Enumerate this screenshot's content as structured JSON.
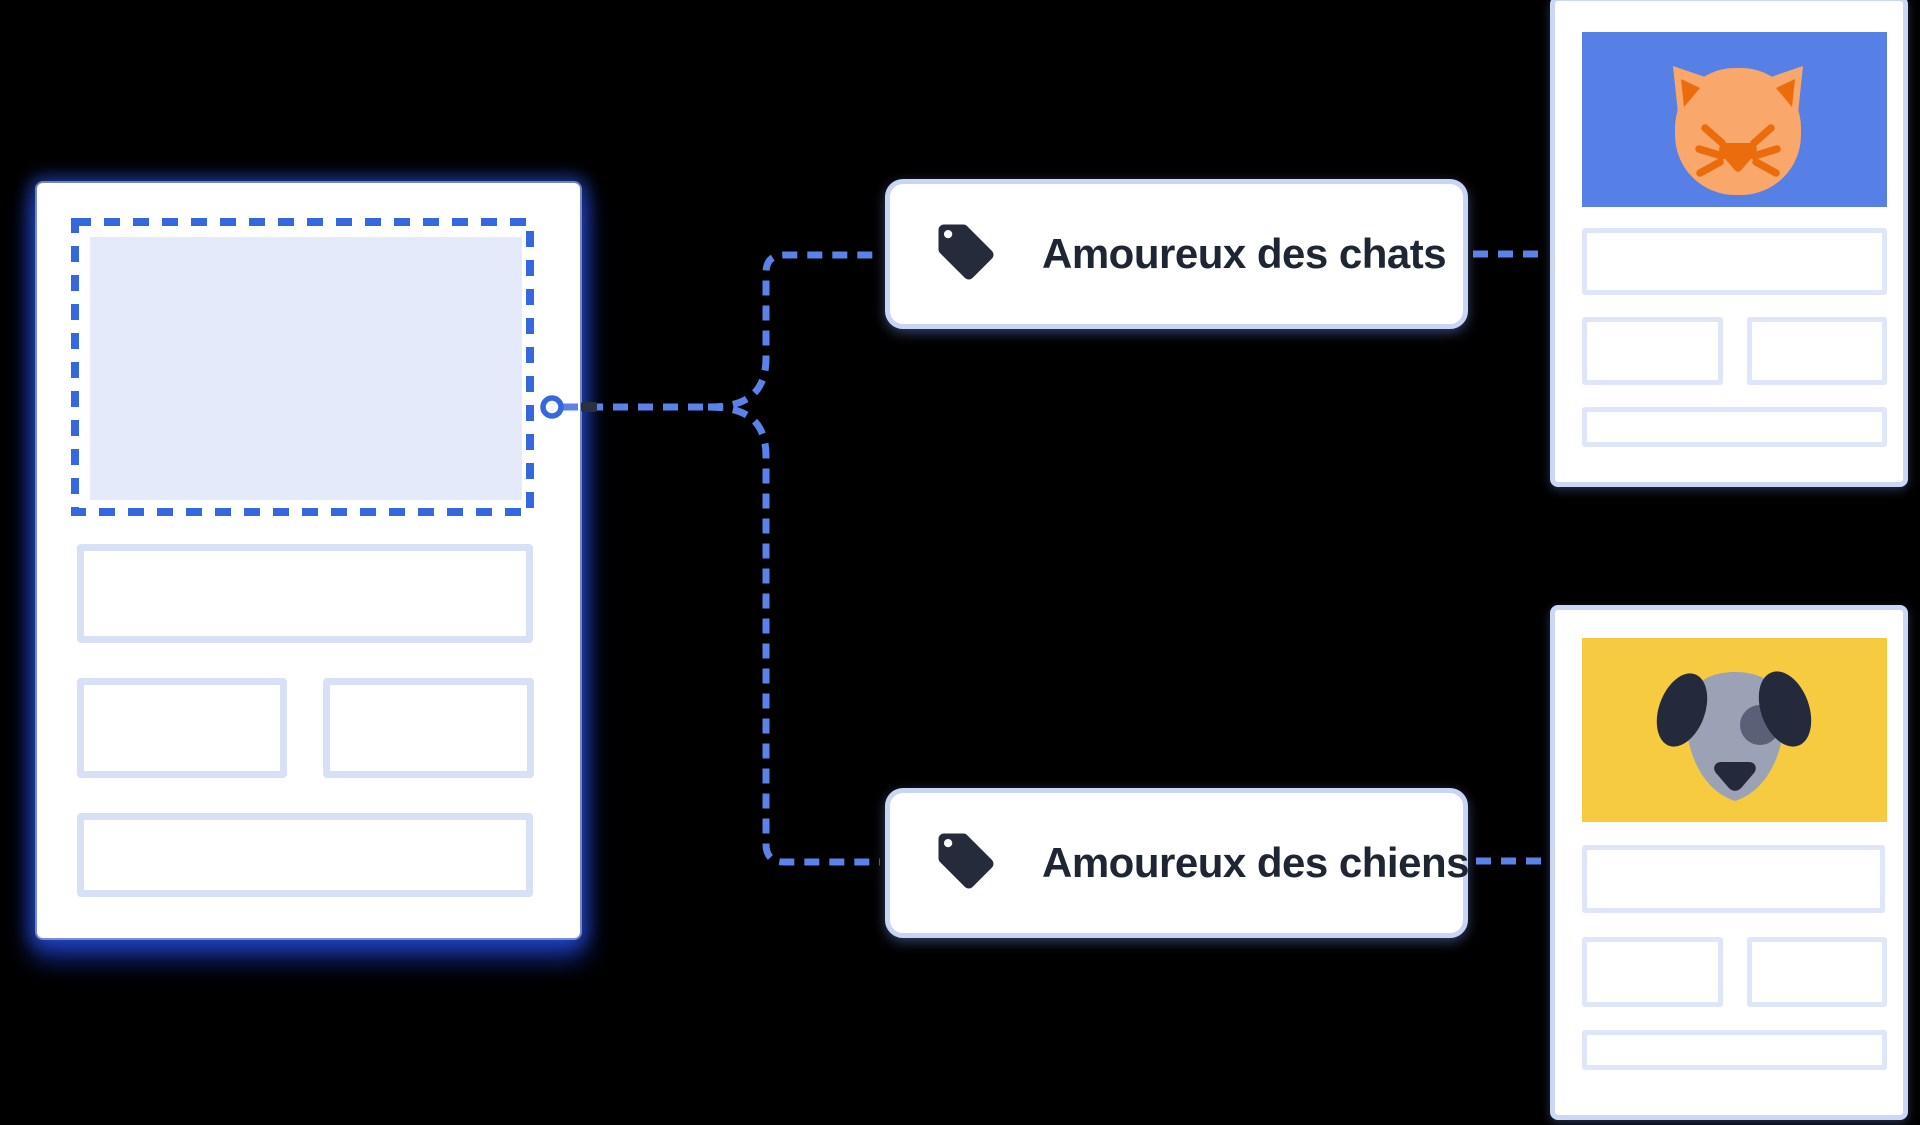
{
  "tags": [
    {
      "label": "Amoureux des chats",
      "icon": "tag-icon"
    },
    {
      "label": "Amoureux des chiens",
      "icon": "tag-icon"
    }
  ],
  "editor": {
    "selected_block": "hero-image-placeholder",
    "handle_icon": "drag-handle"
  },
  "previews": [
    {
      "name": "cat-version",
      "illustration": "cat-icon",
      "hero_color": "#5680E6"
    },
    {
      "name": "dog-version",
      "illustration": "dog-icon",
      "hero_color": "#F7CB3F"
    }
  ],
  "colors": {
    "page_bg": "#000000",
    "card_bg": "#FFFFFF",
    "accent_blue": "#3568DE",
    "connector_blue": "#5B82E8",
    "glow_blue": "#2B52D4",
    "lavender": "#E4EAF9",
    "panel_box_border": "#D8E0F5",
    "preview_box_border": "#DFE6F9",
    "preview_card_border": "#CBD7F3",
    "tag_border": "#C8D5F5",
    "tag_icon_color": "#252B3B",
    "tag_text_color": "#1F2633",
    "cat_hero": "#5680E6",
    "cat_orange": "#F9A76B",
    "cat_orange_dark": "#EB6C0D",
    "dog_hero": "#F7CB3F",
    "dog_gray": "#9BA2B6",
    "dog_dark": "#242A3C",
    "dog_patch": "#5A6177"
  }
}
